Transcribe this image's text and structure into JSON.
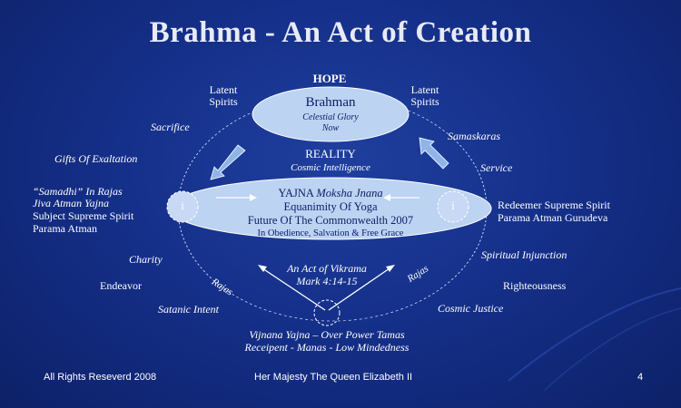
{
  "title": "Brahma - An Act of Creation",
  "top": {
    "hope": "HOPE",
    "latent_left": [
      "Latent",
      "Spirits"
    ],
    "latent_right": [
      "Latent",
      "Spirits"
    ],
    "brahman": "Brahman",
    "brahman_sub1": "Celestial Glory",
    "brahman_sub2": "Now"
  },
  "reality": {
    "title": "REALITY",
    "subtitle": "Cosmic Intelligence"
  },
  "yajna": {
    "line1_a": "YAJNA",
    "line1_b": "Moksha Jnana",
    "line2": "Equanimity Of Yoga",
    "line3": "Future Of The Commonwealth 2007",
    "line4": "In Obedience, Salvation & Free Grace",
    "left_node": "i",
    "right_node": "i"
  },
  "left_labels": {
    "sacrifice": "Sacrifice",
    "gifts": "Gifts Of Exaltation",
    "samadhi": "“Samadhi” In Rajas",
    "jiva": "Jiva Atman Yajna",
    "subject": "Subject Supreme Spirit",
    "parama": "Parama Atman",
    "charity": "Charity",
    "endeavor": "Endeavor",
    "satanic": "Satanic Intent"
  },
  "right_labels": {
    "samaskaras": "Samaskaras",
    "service": "Service",
    "redeemer": "Redeemer Supreme Spirit",
    "parama_guru": "Parama Atman Gurudeva",
    "spiritual": "Spiritual Injunction",
    "righteousness": "Righteousness",
    "cosmic_justice": "Cosmic Justice"
  },
  "center": {
    "act": "An Act of Vikrama",
    "mark": "Mark 4:14-15",
    "rajas_left": "Rajas",
    "rajas_right": "Rajas",
    "vijnana": "Vijnana Yajna – Over Power Tamas",
    "receipent": "Receipent - Manas - Low Mindedness"
  },
  "footer": {
    "left": "All Rights Reseverd 2008",
    "center": "Her Majesty The Queen Elizabeth II",
    "page": "4"
  },
  "colors": {
    "background": "#15308a",
    "ellipse_fill": "#bcd3f2",
    "ellipse_text": "#0d2168",
    "arrow_fill": "#8fb5e8"
  }
}
